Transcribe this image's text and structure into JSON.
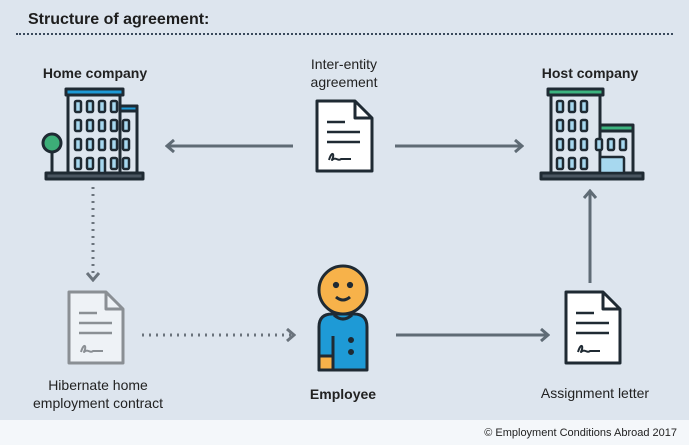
{
  "title": "Structure of agreement:",
  "nodes": {
    "home": "Home company",
    "host": "Host company",
    "inter_entity": "Inter-entity agreement",
    "hibernate": "Hibernate home employment contract",
    "employee": "Employee",
    "assignment": "Assignment letter"
  },
  "footer": "© Employment Conditions Abroad 2017",
  "colors": {
    "bg": "#dde5ee",
    "stroke": "#1f2a33",
    "window": "#a7d8ef",
    "home_accent": "#1e9ad6",
    "host_accent": "#3cb37f",
    "tree": "#3dae78",
    "face": "#f7b24a",
    "shirt": "#1e9ad6",
    "arrow": "#5f6b75",
    "faded": "#8a8f94"
  }
}
